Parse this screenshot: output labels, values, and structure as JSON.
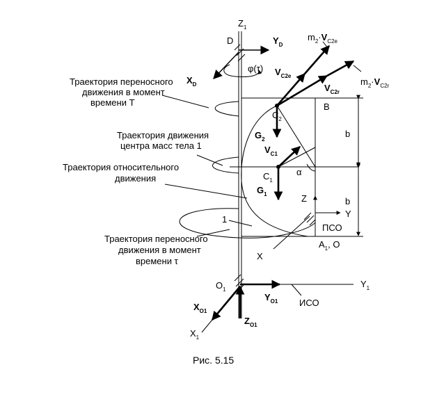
{
  "labels": {
    "z1": "Z",
    "z1_sub": "1",
    "d": "D",
    "yd": "Y",
    "yd_sub": "D",
    "xd": "X",
    "xd_sub": "D",
    "phi": "φ(τ)",
    "m2vc2e_m": "m",
    "m2vc2e_m_sub": "2",
    "m2vc2e_dot": "·",
    "m2vc2e_v": "V",
    "m2vc2e_v_sub": "C2e",
    "m2vc2r_m": "m",
    "m2vc2r_m_sub": "2",
    "m2vc2r_dot": "·",
    "m2vc2r_v": "V",
    "m2vc2r_v_sub": "C2r",
    "vc2e": "V",
    "vc2e_sub": "C2e",
    "vc2r": "V",
    "vc2r_sub": "C2r",
    "c2": "C",
    "c2_sub": "2",
    "b_pt": "B",
    "b_top": "b",
    "b_bot": "b",
    "g2": "G",
    "g2_sub": "2",
    "vc1": "V",
    "vc1_sub": "C1",
    "c1": "C",
    "c1_sub": "1",
    "alpha": "α",
    "g1": "G",
    "g1_sub": "1",
    "z": "Z",
    "y": "Y",
    "pso": "ПСО",
    "one": "1",
    "x": "X",
    "a": "A",
    "a_sub": "1",
    "o_comma": ", O",
    "o1": "O",
    "o1_sub": "1",
    "yo1": "Y",
    "yo1_sub": "O1",
    "y1": "Y",
    "y1_sub": "1",
    "xo1": "X",
    "xo1_sub": "O1",
    "iso": "ИСО",
    "zo1": "Z",
    "zo1_sub": "O1",
    "x1": "X",
    "x1_sub": "1"
  },
  "annotations": {
    "traj_transport_T_1": "Траектория переносного",
    "traj_transport_T_2": "движения в момент",
    "traj_transport_T_3": "времени T",
    "traj_cm_1": "Траектория движения",
    "traj_cm_2": "центра масс тела 1",
    "traj_rel_1": "Траектория относительного",
    "traj_rel_2": "движения",
    "traj_transport_tau_1": "Траектория переносного",
    "traj_transport_tau_2": "движения в момент",
    "traj_transport_tau_3": "времени τ"
  },
  "caption": "Рис. 5.15"
}
